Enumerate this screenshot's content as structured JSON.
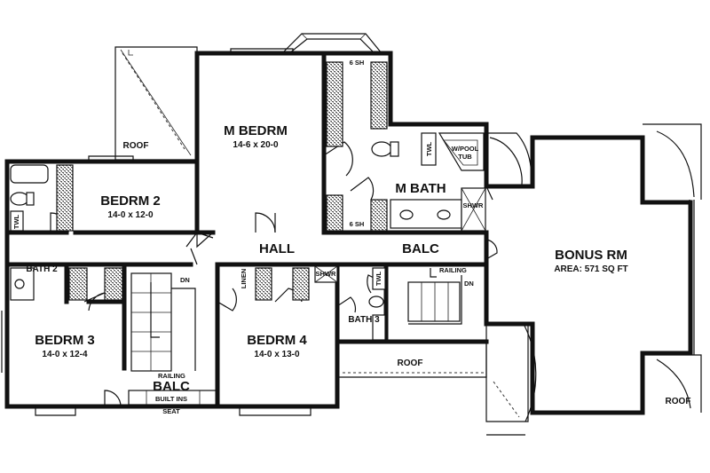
{
  "rooms": {
    "m_bedrm": {
      "name": "M BEDRM",
      "dims": "14-6 x 20-0"
    },
    "bedrm2": {
      "name": "BEDRM 2",
      "dims": "14-0 x 12-0"
    },
    "bedrm3": {
      "name": "BEDRM 3",
      "dims": "14-0 x 12-4"
    },
    "bedrm4": {
      "name": "BEDRM 4",
      "dims": "14-0 x 13-0"
    },
    "bonus_rm": {
      "name": "BONUS RM",
      "area": "AREA: 571 SQ FT"
    },
    "hall": "HALL",
    "balc_upper": "BALC",
    "balc_lower": "BALC",
    "m_bath": "M BATH",
    "bath2": "BATH 2",
    "bath3": "BATH 3"
  },
  "roofs": {
    "top_left": "ROOF",
    "middle": "ROOF",
    "right": "ROOF"
  },
  "fixtures": {
    "six_sh_top": "6 SH",
    "six_sh_bottom": "6 SH",
    "twl_master": "TWL",
    "twl_bath2": "TWL",
    "twl_bath3": "TWL",
    "whirlpool_line1": "W/POOL",
    "whirlpool_line2": "TUB",
    "shwr_master": "SHWR",
    "shwr_bath3": "SHWR",
    "linen": "LINEN",
    "railing_upper": "RAILING",
    "railing_lower": "RAILING",
    "dn_left": "DN",
    "dn_right": "DN",
    "built_ins": "BUILT INS",
    "seat": "SEAT"
  }
}
